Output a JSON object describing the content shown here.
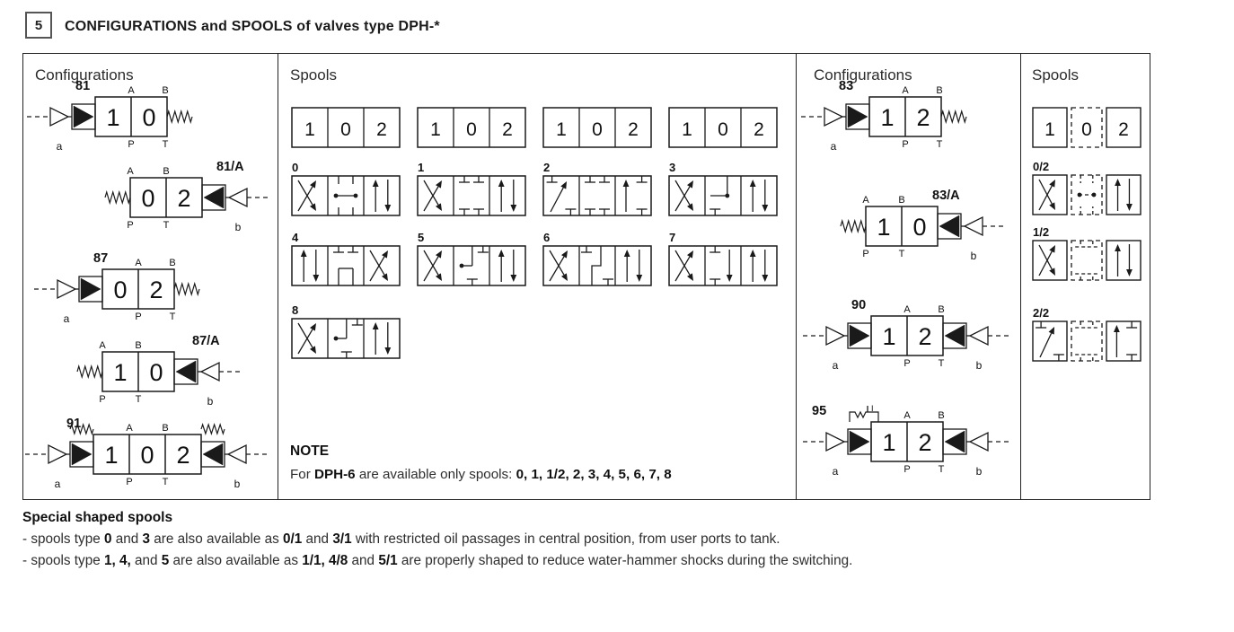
{
  "header": {
    "index": "5",
    "title": "CONFIGURATIONS and SPOOLS of valves type DPH-*"
  },
  "panels": {
    "left_configurations": {
      "heading": "Configurations",
      "items": [
        {
          "label": "81",
          "boxes": [
            "1",
            "0"
          ],
          "spring": "right",
          "left": {
            "sol": true,
            "pilot": true,
            "label": "a"
          },
          "right": null,
          "detent": null,
          "ports": {
            "top": [
              "A",
              "B"
            ],
            "bottom": [
              "P",
              "T"
            ]
          }
        },
        {
          "label": "81/A",
          "boxes": [
            "0",
            "2"
          ],
          "spring": "left",
          "left": null,
          "right": {
            "sol": true,
            "pilot": true,
            "label": "b"
          },
          "detent": null,
          "ports": {
            "top": [
              "A",
              "B"
            ],
            "bottom": [
              "P",
              "T"
            ]
          }
        },
        {
          "label": "87",
          "boxes": [
            "0",
            "2"
          ],
          "spring": "right",
          "left": {
            "sol": true,
            "pilot": true,
            "label": "a"
          },
          "right": null,
          "detent": null,
          "ports": {
            "top": [
              "A",
              "B"
            ],
            "bottom": [
              "P",
              "T"
            ]
          }
        },
        {
          "label": "87/A",
          "boxes": [
            "1",
            "0"
          ],
          "spring": "left",
          "left": null,
          "right": {
            "sol": true,
            "pilot": true,
            "label": "b"
          },
          "detent": null,
          "ports": {
            "top": [
              "A",
              "B"
            ],
            "bottom": [
              "P",
              "T"
            ]
          }
        },
        {
          "label": "91",
          "boxes": [
            "1",
            "0",
            "2"
          ],
          "spring": "both-top",
          "left": {
            "sol": true,
            "pilot": true,
            "label": "a"
          },
          "right": {
            "sol": true,
            "pilot": true,
            "label": "b"
          },
          "detent": null,
          "ports": {
            "top": [
              "A",
              "B"
            ],
            "bottom": [
              "P",
              "T"
            ]
          }
        }
      ]
    },
    "left_spools": {
      "heading": "Spools",
      "position_boxes": [
        [
          "1",
          "0",
          "2"
        ],
        [
          "1",
          "0",
          "2"
        ],
        [
          "1",
          "0",
          "2"
        ],
        [
          "1",
          "0",
          "2"
        ]
      ],
      "items": [
        {
          "label": "0",
          "cells": [
            "cross",
            "dots",
            "parallel"
          ],
          "center_dashed": false
        },
        {
          "label": "1",
          "cells": [
            "cross",
            "closed",
            "parallel"
          ],
          "center_dashed": false
        },
        {
          "label": "2",
          "cells": [
            "diagA",
            "closed",
            "upT"
          ],
          "center_dashed": false
        },
        {
          "label": "3",
          "cells": [
            "cross",
            "dotT",
            "parallel"
          ],
          "center_dashed": false
        },
        {
          "label": "4",
          "cells": [
            "parallel",
            "aitch",
            "cross"
          ],
          "center_dashed": false
        },
        {
          "label": "5",
          "cells": [
            "cross",
            "bendDot",
            "parallel"
          ],
          "center_dashed": false
        },
        {
          "label": "6",
          "cells": [
            "cross",
            "zee",
            "parallel"
          ],
          "center_dashed": false
        },
        {
          "label": "7",
          "cells": [
            "cross",
            "Tdown",
            "parallel"
          ],
          "center_dashed": false
        },
        {
          "label": "8",
          "cells": [
            "cross",
            "bendDot",
            "parallel"
          ],
          "center_dashed": false
        }
      ],
      "note": {
        "title": "NOTE",
        "line": [
          {
            "t": "For "
          },
          {
            "t": "DPH-6",
            "b": 1
          },
          {
            "t": " are available only spools: "
          },
          {
            "t": "0, 1, 1/2, 2, 3, 4, 5, 6, 7, 8",
            "b": 1
          }
        ]
      }
    },
    "right_configurations": {
      "heading": "Configurations",
      "items": [
        {
          "label": "83",
          "boxes": [
            "1",
            "2"
          ],
          "spring": "right",
          "left": {
            "sol": true,
            "pilot": true,
            "label": "a"
          },
          "right": null,
          "detent": null,
          "ports": {
            "top": [
              "A",
              "B"
            ],
            "bottom": [
              "P",
              "T"
            ]
          }
        },
        {
          "label": "83/A",
          "boxes": [
            "1",
            "0"
          ],
          "spring": "left",
          "left": null,
          "right": {
            "sol": true,
            "pilot": true,
            "label": "b"
          },
          "detent": null,
          "ports": {
            "top": [
              "A",
              "B"
            ],
            "bottom": [
              "P",
              "T"
            ]
          }
        },
        {
          "label": "90",
          "boxes": [
            "1",
            "2"
          ],
          "spring": null,
          "left": {
            "sol": true,
            "pilot": true,
            "label": "a"
          },
          "right": {
            "sol": true,
            "pilot": true,
            "label": "b"
          },
          "detent": null,
          "ports": {
            "top": [
              "A",
              "B"
            ],
            "bottom": [
              "P",
              "T"
            ]
          }
        },
        {
          "label": "95",
          "boxes": [
            "1",
            "2"
          ],
          "spring": null,
          "left": {
            "sol": true,
            "pilot": true,
            "label": "a"
          },
          "right": {
            "sol": true,
            "pilot": true,
            "label": "b"
          },
          "detent": "I",
          "ports": {
            "top": [
              "A",
              "B"
            ],
            "bottom": [
              "P",
              "T"
            ]
          }
        }
      ]
    },
    "right_spools": {
      "heading": "Spools",
      "position_box": {
        "cells": [
          "1",
          "0",
          "2"
        ],
        "center_dashed": true
      },
      "items": [
        {
          "label": "0/2",
          "cells": [
            "cross",
            "dots",
            "parallel"
          ],
          "center_dashed": true
        },
        {
          "label": "1/2",
          "cells": [
            "cross",
            "closed",
            "parallel"
          ],
          "center_dashed": true
        },
        {
          "label": "2/2",
          "cells": [
            "diagA",
            "closed",
            "upT"
          ],
          "center_dashed": true
        }
      ]
    }
  },
  "footer": {
    "heading": "Special shaped spools",
    "lines": [
      [
        {
          "t": "- spools type "
        },
        {
          "t": "0",
          "b": 1
        },
        {
          "t": " and "
        },
        {
          "t": "3",
          "b": 1
        },
        {
          "t": " are also available as "
        },
        {
          "t": "0/1",
          "b": 1
        },
        {
          "t": " and "
        },
        {
          "t": "3/1",
          "b": 1
        },
        {
          "t": " with restricted oil passages in central position, from user ports to tank."
        }
      ],
      [
        {
          "t": "- spools type "
        },
        {
          "t": "1, 4,",
          "b": 1
        },
        {
          "t": " and "
        },
        {
          "t": "5",
          "b": 1
        },
        {
          "t": " are also available as "
        },
        {
          "t": "1/1, 4/8",
          "b": 1
        },
        {
          "t": " and "
        },
        {
          "t": "5/1",
          "b": 1
        },
        {
          "t": " are properly shaped to reduce water-hammer shocks during the switching."
        }
      ]
    ]
  },
  "colors": {
    "ink": "#1a1a1a",
    "border": "#222222"
  }
}
